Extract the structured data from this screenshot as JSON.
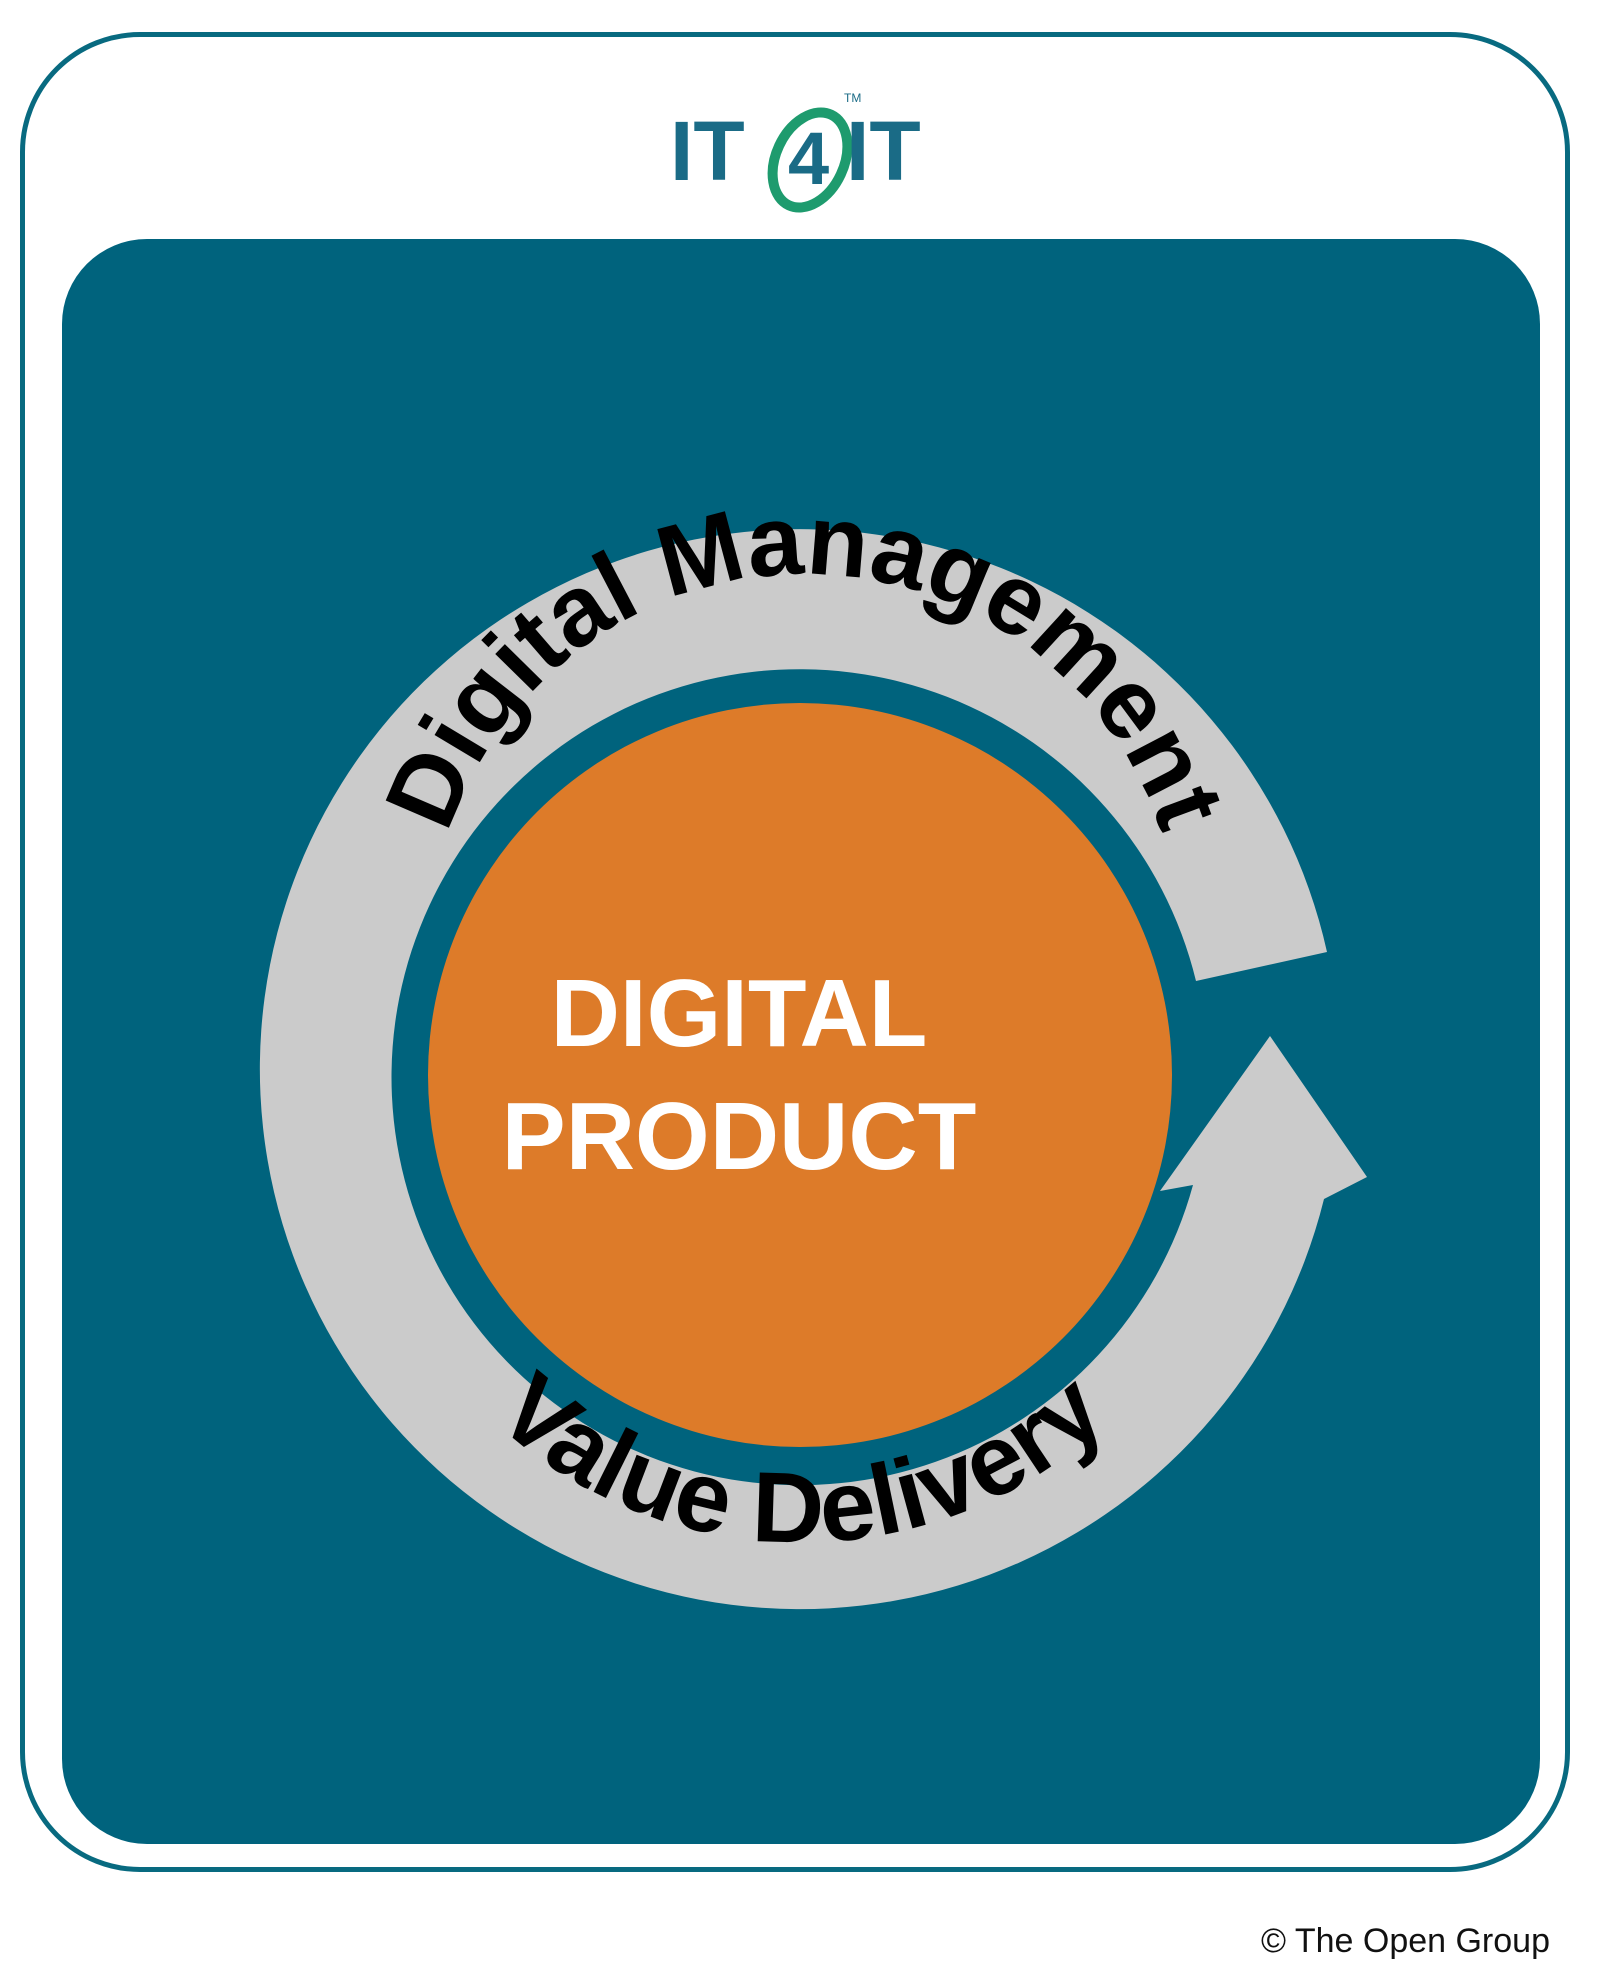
{
  "logo": {
    "text_left": "IT",
    "text_mid": "4",
    "text_right": "IT",
    "trademark": "TM"
  },
  "ring": {
    "top_label": "Digital Management",
    "bottom_label": "Value Delivery"
  },
  "center": {
    "line1": "DIGITAL",
    "line2": "PRODUCT"
  },
  "footer": {
    "copyright": "© The Open Group"
  },
  "colors": {
    "panel": "#00637d",
    "frame": "#086a80",
    "ring": "#cbcbcb",
    "product": "#dd7b29",
    "logo_text": "#1a6b86",
    "logo_accent": "#1e9b6e"
  }
}
